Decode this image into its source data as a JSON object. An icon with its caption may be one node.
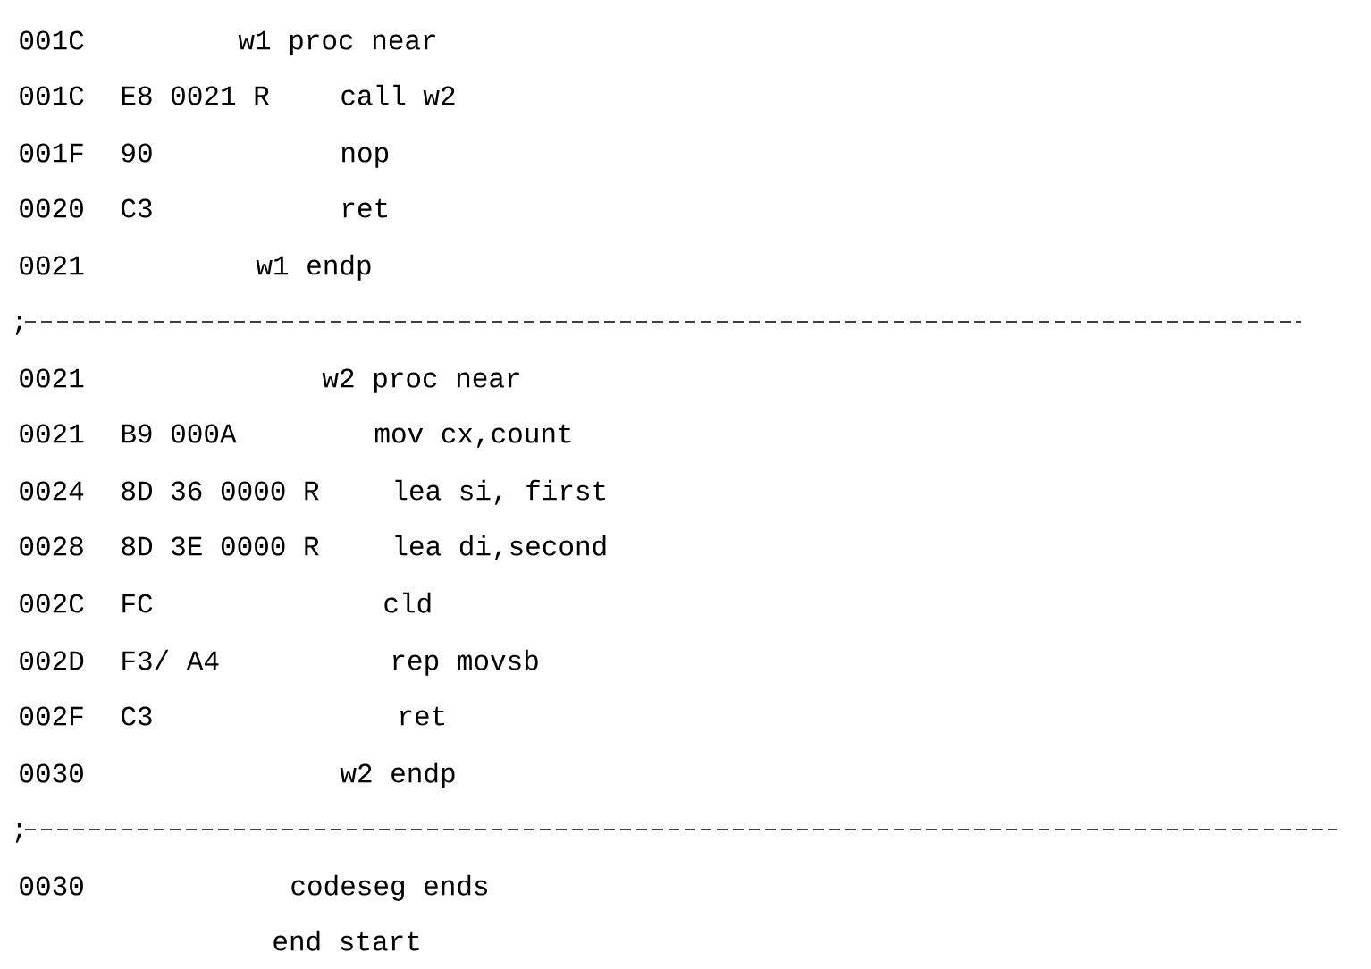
{
  "diagram": {
    "labels": [
      "001C",
      "w1 proc near",
      "001C",
      "E8 0021 R",
      "call w2",
      "001F",
      "90",
      "nop",
      "0020",
      "C3",
      "ret",
      "0021",
      "w1 endp",
      ";",
      "0021",
      "w2 proc near",
      "0021",
      "B9 000A",
      "mov cx,count",
      "0024",
      "8D 36 0000 R",
      "lea si, first",
      "0028",
      "8D 3E 0000 R",
      "lea di,second",
      "002C",
      "FC",
      "cld",
      "002D",
      "F3/ A4",
      "rep movsb",
      "002F",
      "C3",
      "ret",
      "0030",
      "w2 endp",
      ";",
      "0030",
      "codeseg ends",
      "end start"
    ]
  }
}
